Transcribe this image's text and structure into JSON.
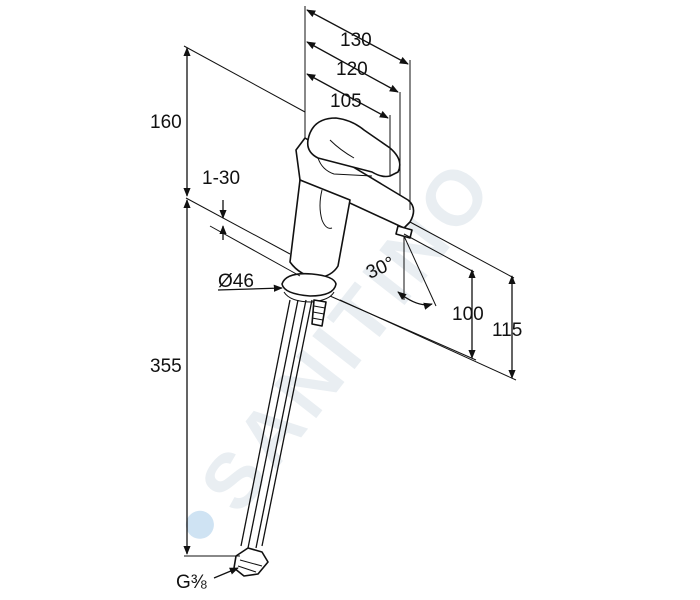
{
  "watermark": {
    "text": "SANITINO",
    "color": "#e6ecf1",
    "accent_color": "#cfe3f3"
  },
  "dimensions": {
    "width_130": "130",
    "width_120": "120",
    "width_105": "105",
    "height_160": "160",
    "range_1_30": "1-30",
    "angle_30": "30°",
    "diameter_46": "Ø46",
    "height_100": "100",
    "height_115": "115",
    "hose_355": "355",
    "thread_g38": "G⅜"
  }
}
